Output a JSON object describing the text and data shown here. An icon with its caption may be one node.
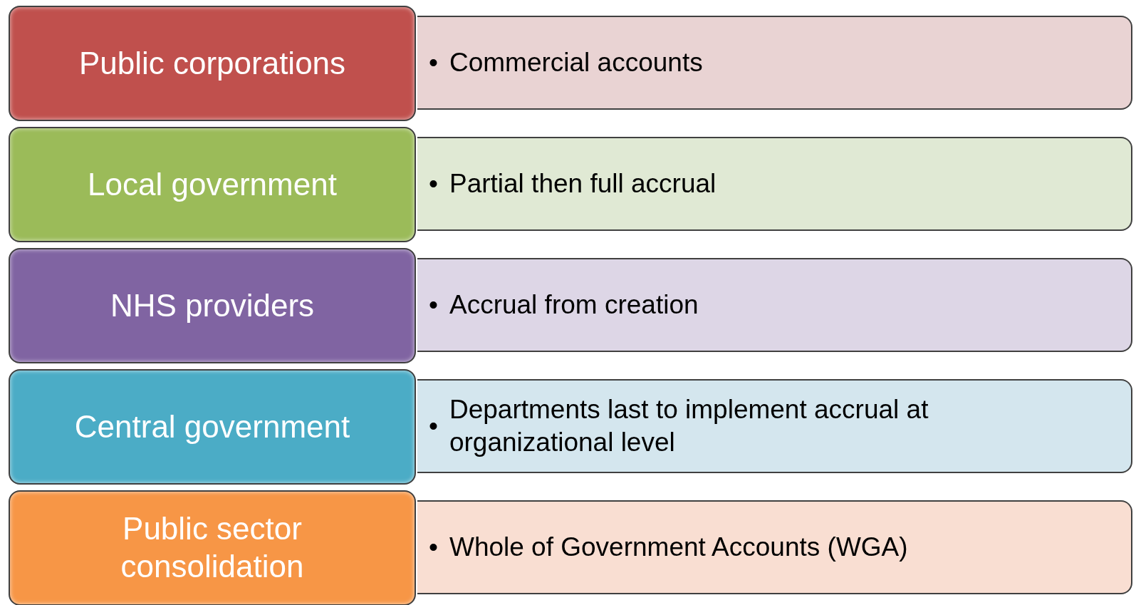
{
  "diagram": {
    "nodes": [
      {
        "text": [
          "Public corporations"
        ]
      },
      {
        "text": [
          "•",
          "Commercial accounts"
        ]
      },
      {
        "text": [
          "Local government"
        ]
      },
      {
        "text": [
          "•",
          "Partial then full accrual"
        ]
      },
      {
        "text": [
          "NHS providers"
        ]
      },
      {
        "text": [
          "•",
          "Accrual from creation"
        ]
      },
      {
        "text": [
          "Central government"
        ]
      },
      {
        "text": [
          "•",
          "Departments last to implement accrual at organizational level"
        ]
      },
      {
        "text": [
          "Public sector consolidation"
        ]
      },
      {
        "text": [
          "•",
          "Whole of Government Accounts (WGA)"
        ]
      }
    ]
  }
}
